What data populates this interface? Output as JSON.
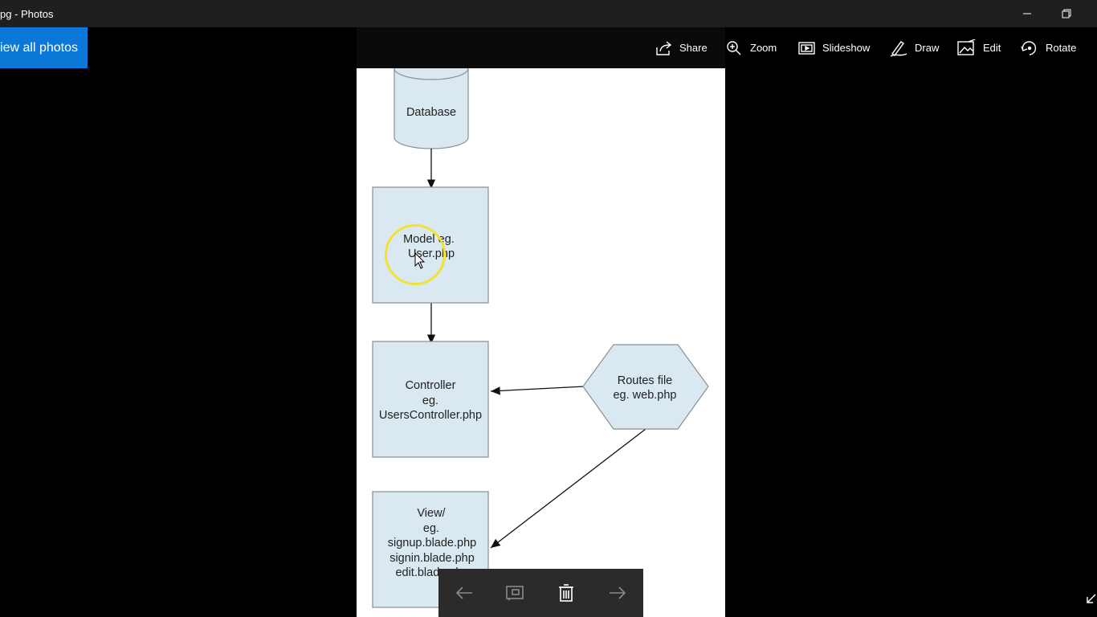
{
  "window": {
    "title": "pg - Photos",
    "minimize_icon": "minimize-icon",
    "restore_icon": "restore-icon"
  },
  "view_all_label": "iew all photos",
  "toolbar": {
    "share": "Share",
    "zoom": "Zoom",
    "slideshow": "Slideshow",
    "draw": "Draw",
    "edit": "Edit",
    "rotate": "Rotate"
  },
  "diagram": {
    "database": "Database",
    "model": [
      "Model eg.",
      "User.php"
    ],
    "controller": [
      "Controller",
      "eg.",
      "UsersController.php"
    ],
    "routes": [
      "Routes file",
      "eg. web.php"
    ],
    "view": [
      "View/",
      "eg.",
      "signup.blade.php",
      "signin.blade.php",
      "edit.blade.php"
    ]
  },
  "colors": {
    "accent": "#0b78d7",
    "node_fill": "#dae8f1",
    "highlight": "#f2e232"
  }
}
